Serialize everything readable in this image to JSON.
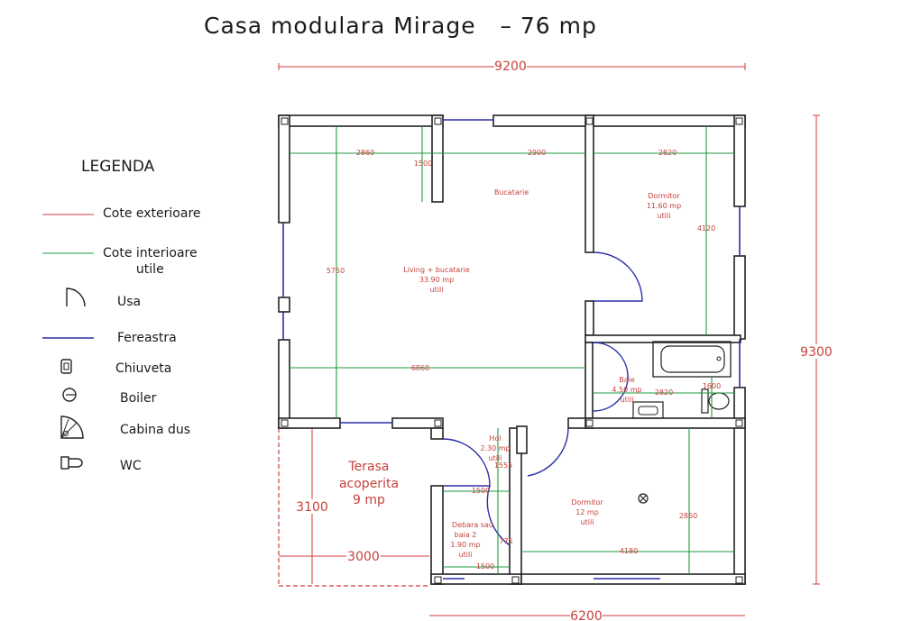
{
  "title": "Casa modulara Mirage   – 76 mp",
  "legend": {
    "title": "LEGENDA",
    "items": [
      {
        "label": "Cote exterioare"
      },
      {
        "label": "Cote interioare\nutile"
      },
      {
        "label": "Usa"
      },
      {
        "label": "Fereastra"
      },
      {
        "label": "Chiuveta"
      },
      {
        "label": "Boiler"
      },
      {
        "label": "Cabina dus"
      },
      {
        "label": "WC"
      }
    ]
  },
  "colors": {
    "exterior_dim": "#d23b3b",
    "interior_dim": "#1f9a3f",
    "window": "#2b2fa8",
    "room_text": "#c7413b"
  },
  "exterior_dims": {
    "top": "9200",
    "right": "9300",
    "bottom": "6200",
    "terrace_height": "3100",
    "terrace_width": "3000"
  },
  "rooms": {
    "bucatarie": "Bucatarie",
    "living": {
      "name": "Living + bucatarie",
      "area": "33.90 mp",
      "note": "utili"
    },
    "dormitor1": {
      "name": "Dormitor",
      "area": "11.60 mp",
      "note": "utili"
    },
    "baie": {
      "name": "Baie",
      "area": "4.50 mp",
      "note": "utili"
    },
    "hol": {
      "name": "Hol",
      "area": "2.30 mp",
      "note": "utili"
    },
    "terasa": {
      "line1": "Terasa",
      "line2": "acoperita",
      "line3": "9 mp"
    },
    "debara": {
      "line1": "Debara sau",
      "line2": "baia 2",
      "line3": "1.90 mp",
      "note": "utili"
    },
    "dormitor2": {
      "name": "Dormitor",
      "area": "12 mp",
      "note": "utili"
    }
  },
  "interior_dims": {
    "d2860": "2860",
    "d2900": "2900",
    "d2820a": "2820",
    "d1500a": "1500",
    "d5750": "5750",
    "d4120": "4120",
    "d6860": "6860",
    "d2820b": "2820",
    "d1600": "1600",
    "d1555": "1555",
    "d1500b": "1500",
    "d1500c": "1500",
    "d775": "775",
    "d4180": "4180",
    "d2860b": "2860"
  }
}
